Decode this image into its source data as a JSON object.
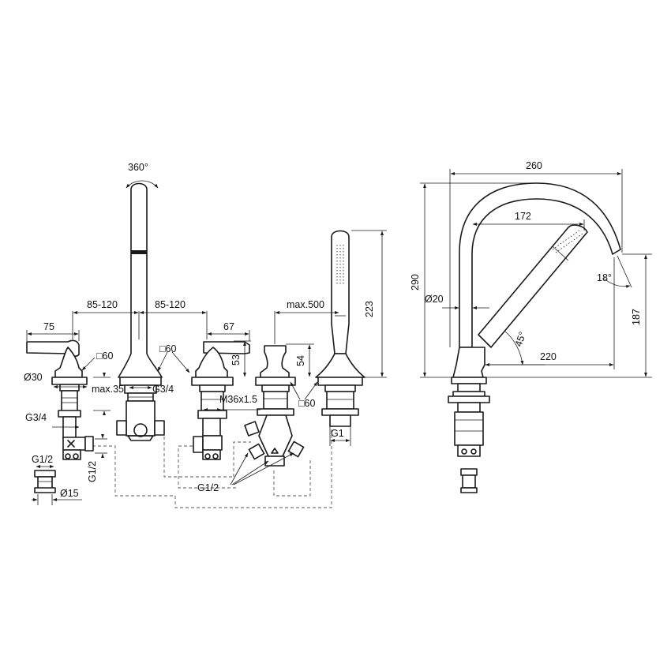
{
  "labels": {
    "rotation": "360°",
    "spacing_left": "85-120",
    "spacing_right": "85-120",
    "handle_width_left": "75",
    "handle_width_right": "67",
    "square_left": "□60",
    "square_mid": "□60",
    "square_right": "□60",
    "max_spout": "max.500",
    "height_223": "223",
    "height_53": "53",
    "height_54": "54",
    "dia_30": "Ø30",
    "max_35": "max.35",
    "thread_g34_mid": "G3/4",
    "thread_m36": "M36x1.5",
    "thread_g34_left": "G3/4",
    "thread_g1": "G1",
    "thread_g12_left": "G1/2",
    "thread_g12_vert": "G1/2",
    "dia_15": "Ø15",
    "thread_g12_bottom": "G1/2",
    "width_260": "260",
    "width_172": "172",
    "height_290": "290",
    "dia_20": "Ø20",
    "angle_18": "18°",
    "angle_45": "45°",
    "height_187": "187",
    "width_220": "220"
  }
}
